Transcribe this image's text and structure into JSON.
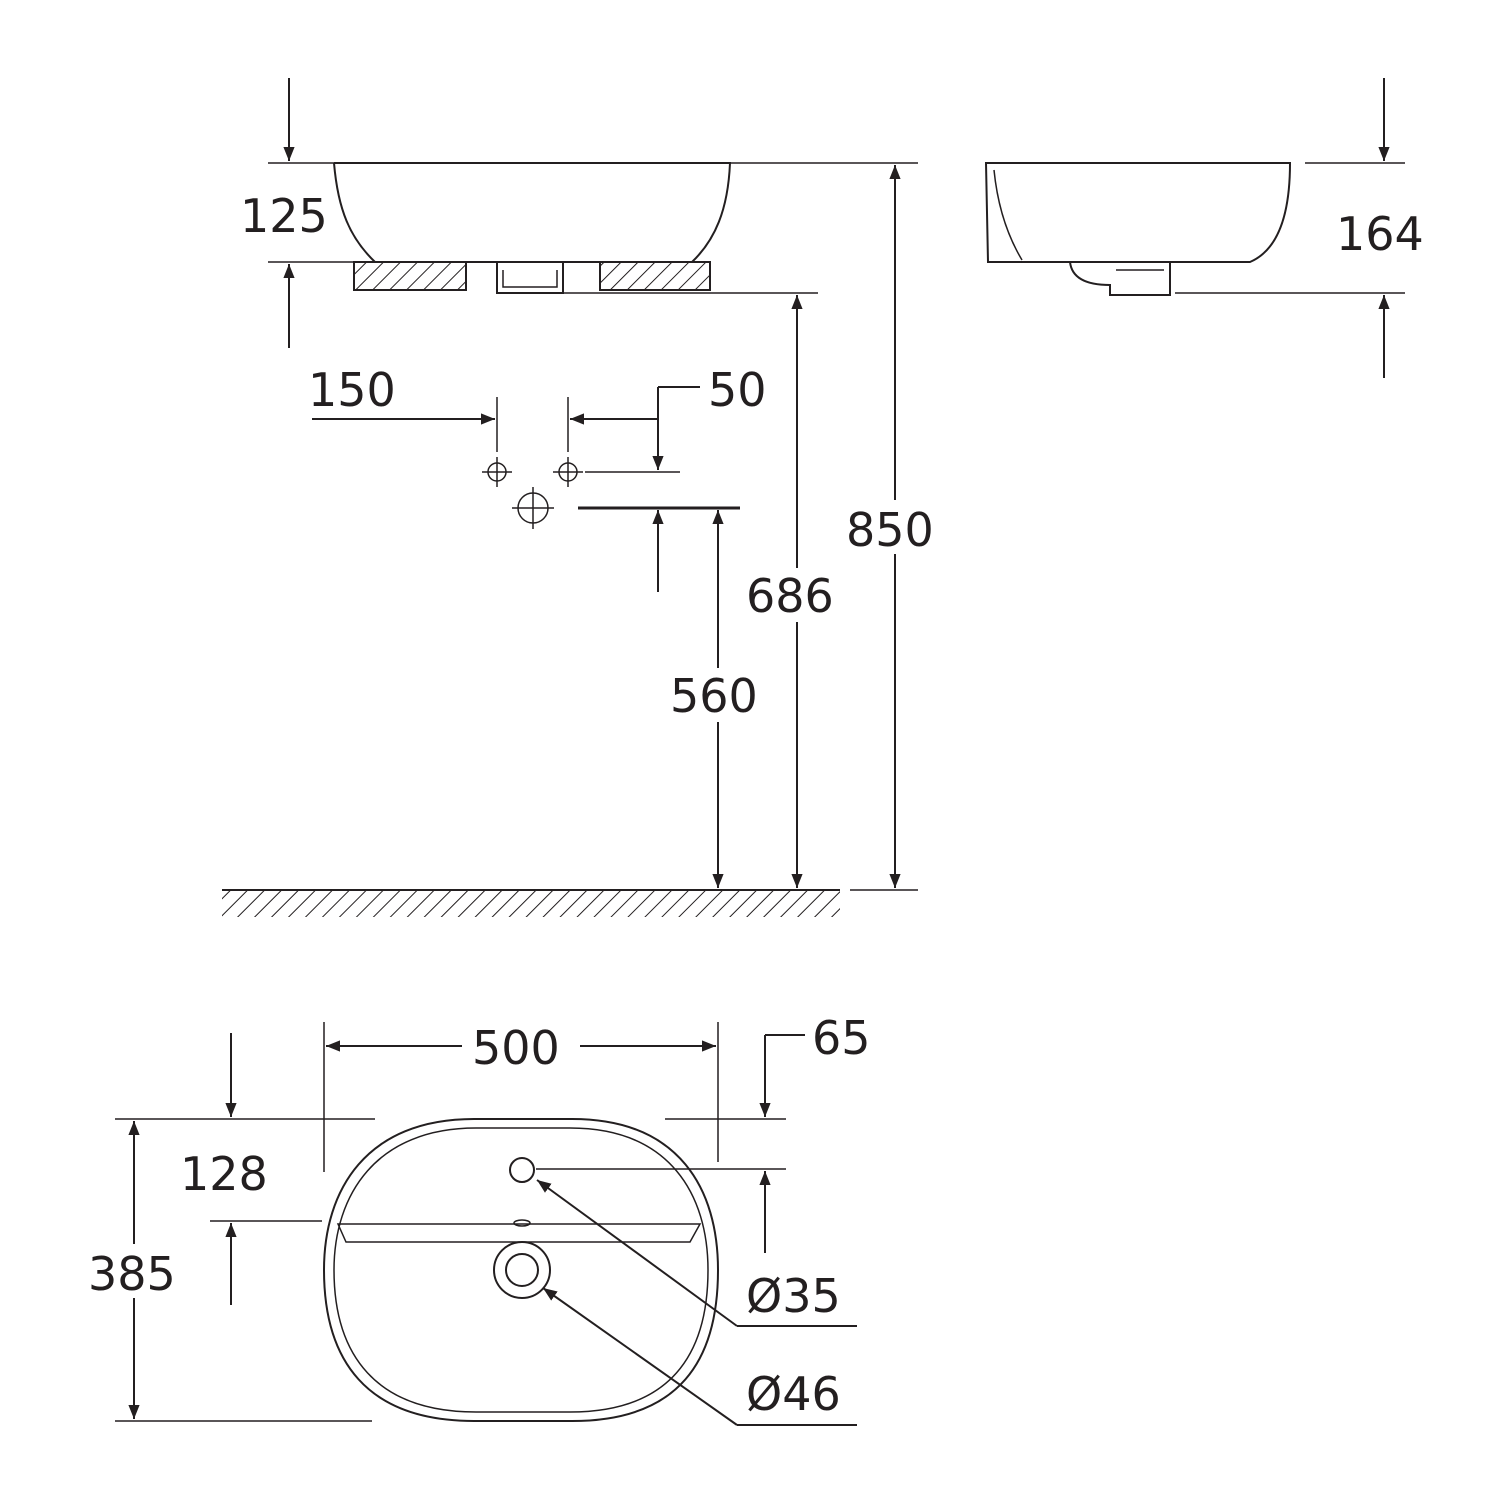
{
  "dimensions": {
    "front_bowl_height": "125",
    "side_height": "164",
    "tap_hole_spacing": "150",
    "tap_hole_offset": "50",
    "overall_height": "850",
    "bowl_bottom_height": "686",
    "drain_height": "560",
    "width": "500",
    "tap_edge_offset": "65",
    "depth": "385",
    "overflow_offset": "128",
    "tap_hole_diameter": "Ø35",
    "waste_diameter": "Ø46"
  }
}
